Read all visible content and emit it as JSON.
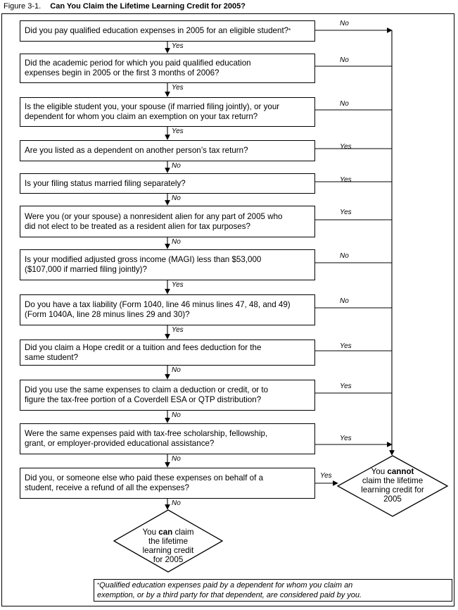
{
  "figure": {
    "number": "Figure 3-1.",
    "title": "Can You Claim the Lifetime Learning Credit for 2005?"
  },
  "questions": [
    {
      "lines": [
        "Did you pay qualified education expenses in 2005 for an eligible student?"
      ],
      "down": "Yes",
      "right": "No"
    },
    {
      "lines": [
        "Did the academic period for which you paid qualified education",
        "expenses begin in 2005 or the first 3 months of 2006?"
      ],
      "down": "Yes",
      "right": "No"
    },
    {
      "lines": [
        "Is the eligible student you, your spouse (if married filing jointly), or your",
        "dependent for whom you claim an exemption on your tax return?"
      ],
      "down": "Yes",
      "right": "No"
    },
    {
      "lines": [
        "Are you listed as a dependent on another person’s tax return?"
      ],
      "down": "No",
      "right": "Yes"
    },
    {
      "lines": [
        "Is your filing status married filing separately?"
      ],
      "down": "No",
      "right": "Yes"
    },
    {
      "lines": [
        "Were you (or your spouse) a nonresident alien for any part of 2005 who",
        "did not elect to be treated as a resident alien for tax purposes?"
      ],
      "down": "No",
      "right": "Yes"
    },
    {
      "lines": [
        "Is your modified adjusted gross income (MAGI) less than $53,000",
        "($107,000 if married filing jointly)?"
      ],
      "down": "Yes",
      "right": "No"
    },
    {
      "lines": [
        "Do you have a tax liability (Form 1040, line 46 minus lines 47, 48, and 49)",
        "(Form 1040A, line 28 minus lines 29 and 30)?"
      ],
      "down": "Yes",
      "right": "No"
    },
    {
      "lines": [
        "Did you claim a Hope credit or a tuition and fees deduction for the",
        "same student?"
      ],
      "down": "No",
      "right": "Yes"
    },
    {
      "lines": [
        "Did you use the same expenses to claim a deduction or credit, or to",
        "figure the tax-free portion of a Coverdell ESA or QTP distribution?"
      ],
      "down": "No",
      "right": "Yes"
    },
    {
      "lines": [
        "Were the same expenses paid with tax-free scholarship, fellowship,",
        "grant, or employer-provided educational assistance?"
      ],
      "down": "No",
      "right": "Yes"
    },
    {
      "lines": [
        "Did you, or someone else who paid these expenses on behalf of a",
        "student, receive a refund of all the expenses?"
      ],
      "down": "No",
      "right": "Yes"
    }
  ],
  "outcomes": {
    "cannot": {
      "pre": "You ",
      "emph": "cannot",
      "rest": [
        "claim the lifetime",
        "learning credit for",
        "2005"
      ]
    },
    "can": {
      "pre": "You ",
      "emph": "can",
      "post": " claim",
      "rest": [
        "the lifetime",
        "learning credit",
        "for 2005"
      ]
    }
  },
  "footnote": {
    "star": "*",
    "lines": [
      "Qualified education expenses paid by a dependent for whom you claim an",
      "exemption, or by a third party for that dependent, are considered paid by you."
    ]
  }
}
